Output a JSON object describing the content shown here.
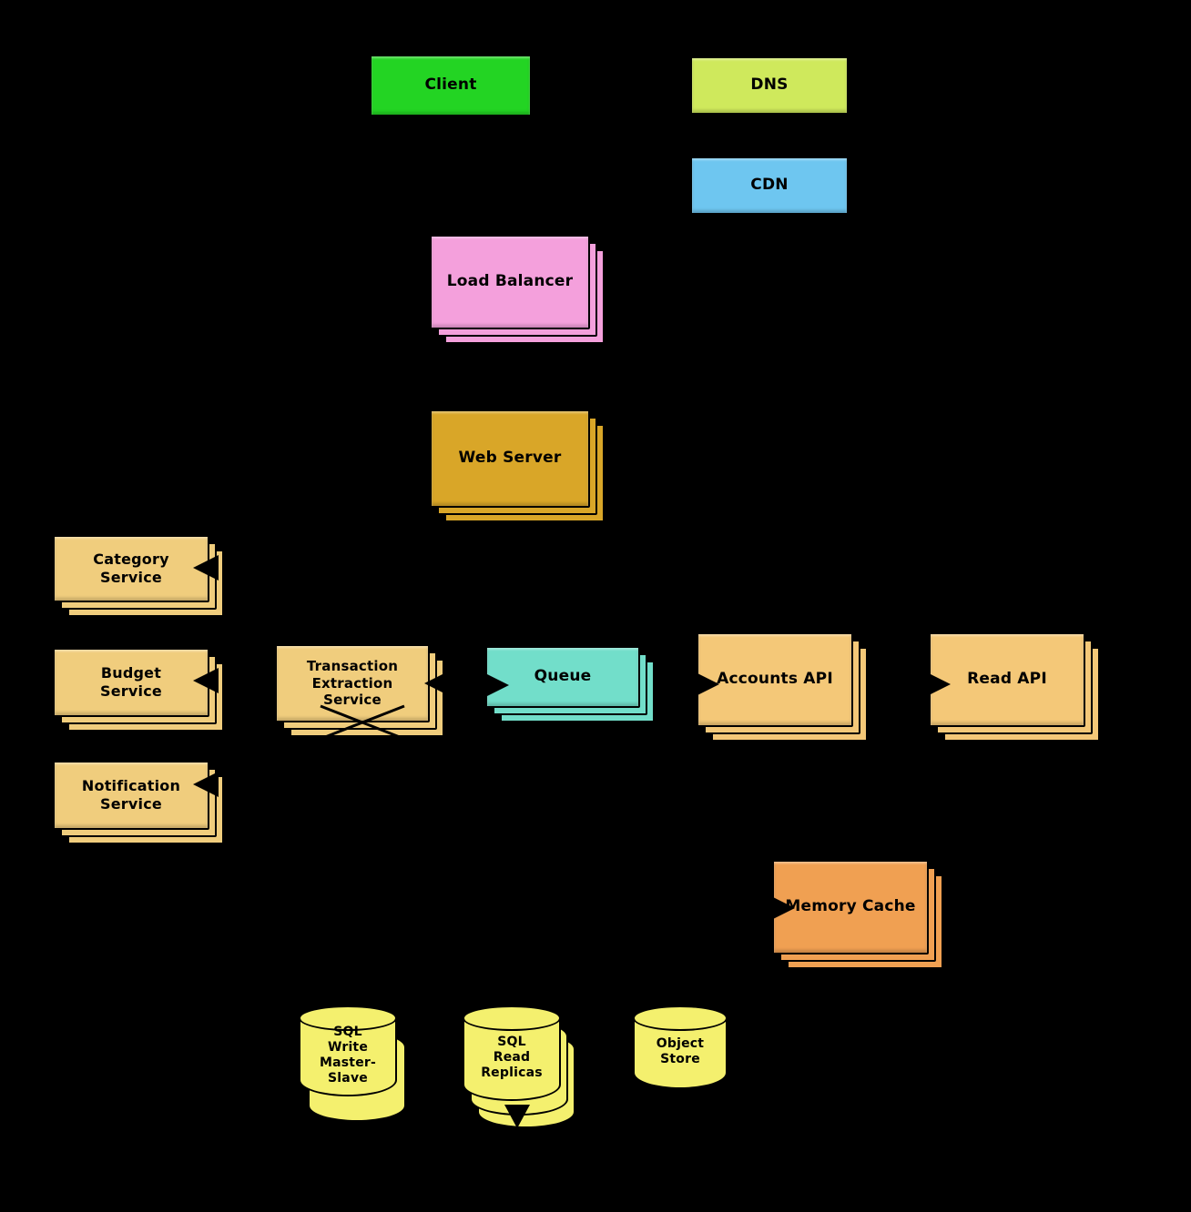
{
  "diagram": {
    "background": "#000000",
    "connector_color": "#000000",
    "nodes": {
      "client": {
        "label": "Client",
        "color": "#23d423"
      },
      "dns": {
        "label": "DNS",
        "color": "#cfe95c"
      },
      "cdn": {
        "label": "CDN",
        "color": "#6ec6f0"
      },
      "load_balancer": {
        "label": "Load Balancer",
        "color": "#f4a0dc"
      },
      "web_server": {
        "label": "Web Server",
        "color": "#d9a628"
      },
      "category_service": {
        "label": "Category\nService",
        "color": "#f0cd7d"
      },
      "budget_service": {
        "label": "Budget\nService",
        "color": "#f0cd7d"
      },
      "notification_service": {
        "label": "Notification\nService",
        "color": "#f0cd7d"
      },
      "transaction_extraction_service": {
        "label": "Transaction\nExtraction\nService",
        "color": "#f0cd7d"
      },
      "queue": {
        "label": "Queue",
        "color": "#72deca"
      },
      "accounts_api": {
        "label": "Accounts API",
        "color": "#f4c878"
      },
      "read_api": {
        "label": "Read API",
        "color": "#f4c878"
      },
      "memory_cache": {
        "label": "Memory Cache",
        "color": "#f0a052"
      },
      "sql_write_master_slave": {
        "label": "SQL\nWrite\nMaster-\nSlave",
        "color": "#f4f06e"
      },
      "sql_read_replicas": {
        "label": "SQL\nRead\nReplicas",
        "color": "#f4f06e"
      },
      "object_store": {
        "label": "Object\nStore",
        "color": "#f4f06e"
      }
    }
  }
}
